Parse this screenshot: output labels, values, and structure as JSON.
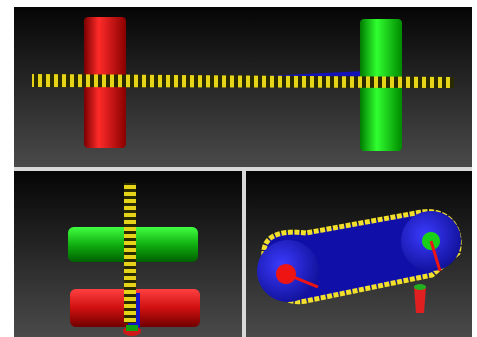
{
  "app": {
    "title": ""
  },
  "viewports": [
    {
      "id": "top",
      "view": "front",
      "caption": ""
    },
    {
      "id": "bottom-left",
      "view": "side",
      "caption": ""
    },
    {
      "id": "bottom-right",
      "view": "top",
      "caption": ""
    }
  ],
  "colors": {
    "driver_pulley": "#e01818",
    "driven_pulley": "#18c818",
    "belt": "#f2e02a",
    "belt_interior": "#1a1ad0",
    "background_top": "#050505",
    "background_bottom": "#4a4a4a",
    "divider": "#d9d9d9"
  },
  "scene": {
    "objects": [
      "red-cylinder",
      "green-cylinder",
      "yellow-belt",
      "blue-belt-span"
    ]
  }
}
